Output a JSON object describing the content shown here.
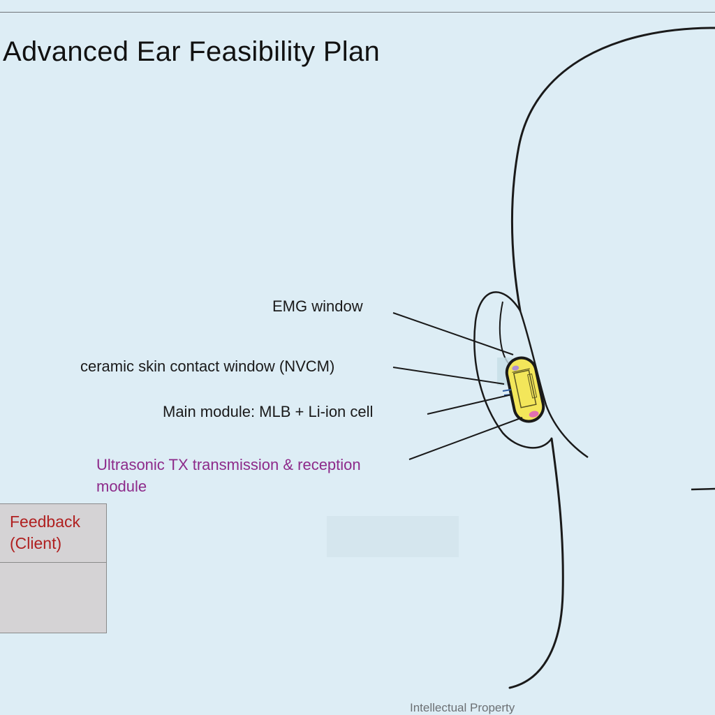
{
  "page": {
    "title": "Advanced Ear Feasibility Plan",
    "footer": "Intellectual Property"
  },
  "callouts": {
    "emg_window": "EMG window",
    "ceramic_window": "ceramic skin contact window (NVCM)",
    "main_module": "Main module: MLB + Li-ion cell",
    "ultrasonic_line1": "Ultrasonic TX transmission & reception",
    "ultrasonic_line2": "module"
  },
  "feedback": {
    "line1": "Feedback",
    "line2": "(Client)"
  },
  "colors": {
    "background": "#ddedf5",
    "outline": "#1a1a1a",
    "device_fill": "#f3e65a",
    "ultrasonic_text": "#8d2a8a",
    "feedback_text": "#b02020",
    "panel_fill": "#d5d3d5"
  }
}
